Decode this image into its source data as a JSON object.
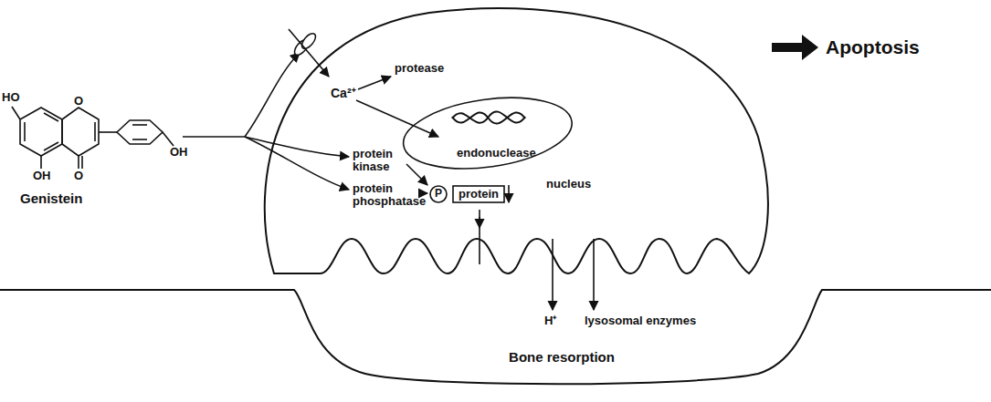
{
  "diagram": {
    "nodes": [
      {
        "text": [
          "endonuclease",
          "nucleus"
        ]
      },
      {
        "text": [
          "P"
        ]
      },
      {
        "text": [
          "protein"
        ]
      },
      {
        "text": [
          "Bone resorption"
        ]
      }
    ],
    "labels": [
      "HO",
      "OH",
      "O",
      "OH",
      "O",
      "Genistein",
      "Ca²⁺",
      "protease",
      "protein kinase",
      "protein phosphatase",
      "H⁺",
      "lysosomal enzymes",
      "Apoptosis"
    ]
  }
}
